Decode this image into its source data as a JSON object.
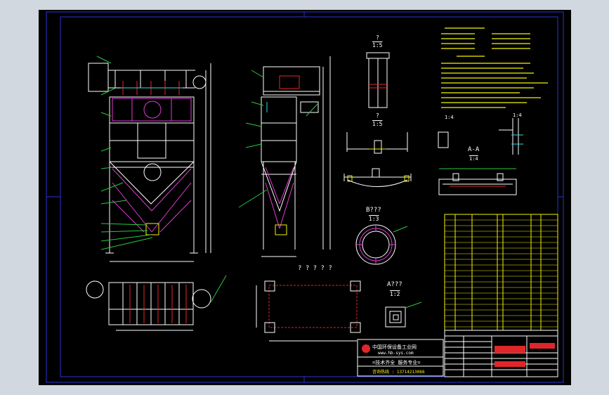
{
  "colors": {
    "background": "#d2d8df",
    "sheet": "#000000",
    "frame": "#2a35d6",
    "line": "#ffffff",
    "magenta": "#e23bd4",
    "cyan": "#35d8e6",
    "yellow": "#f4f20a",
    "red": "#e0262a",
    "green": "#27c93f"
  },
  "views": {
    "detail_top_title": "?",
    "detail_top_scale": "1:5",
    "detail_mid_title": "?",
    "detail_mid_scale": "1:5",
    "detail_right_scale": "1:4",
    "section_aa_title": "A-A",
    "section_aa_scale": "1:4",
    "detail_b_title": "B???",
    "detail_b_scale": "1:3",
    "detail_a_title": "A???",
    "detail_a_scale": "1:2",
    "foundation_title": "? ? ? ? ?"
  },
  "title_block": {
    "company": "中国环保设备工业网",
    "website": "www.hb-sys.com",
    "slogan": "=技术齐全 服务专业=",
    "contact": "咨询热线 : 13714213066"
  },
  "icons": {
    "company_logo": "globe-logo"
  }
}
